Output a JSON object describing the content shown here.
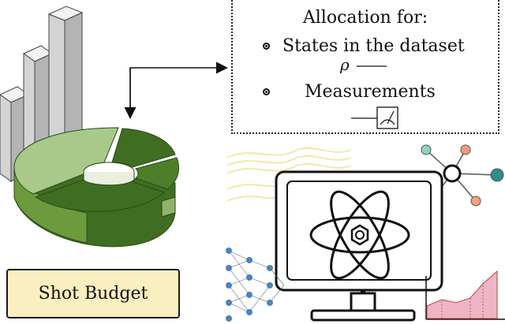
{
  "shot_budget": {
    "label": "Shot Budget"
  },
  "allocation": {
    "title": "Allocation for:",
    "items": [
      {
        "label": "States in the dataset",
        "symbol": "ρ"
      },
      {
        "label": "Measurements",
        "symbol": "measurement-meter-icon"
      }
    ]
  },
  "colors": {
    "budget_fill": "#fbeec0",
    "pie_dark": "#3f6e22",
    "pie_mid": "#5b8f32",
    "pie_light": "#a8c98a",
    "bars": "#c8c8c8",
    "wave": "#f5e6a8",
    "network_nodes": [
      "#8fd3c2",
      "#f29a7a",
      "#2f8f8a",
      "#f3a07d"
    ],
    "fill_chart": "#f1b4c4"
  }
}
